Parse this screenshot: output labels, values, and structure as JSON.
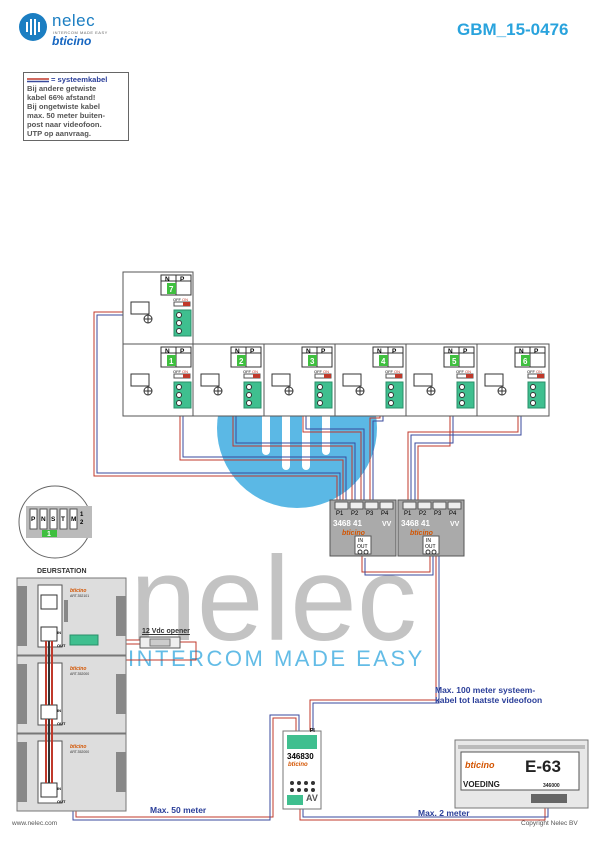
{
  "header": {
    "logo_name": "nelec",
    "logo_tagline": "INTERCOM MADE EASY",
    "brand": "bticino",
    "doc_id": "GBM_15-0476"
  },
  "legend_note": {
    "title": "= systeemkabel",
    "lines": [
      "Bij andere getwiste",
      "kabel 66% afstand!",
      "Bij ongetwiste kabel",
      "max. 50 meter buiten-",
      "post naar videofoon.",
      "UTP op aanvraag."
    ]
  },
  "watermark": {
    "word": "nelec",
    "tagline": "INTERCOM MADE EASY"
  },
  "videophones": {
    "headers": [
      "N",
      "P"
    ],
    "switch_labels": [
      "OFF",
      "ON"
    ],
    "numbers": [
      "7",
      "1",
      "2",
      "3",
      "4",
      "5",
      "6"
    ]
  },
  "distributors": {
    "code": "3468 41",
    "suffix": "VV",
    "ports": [
      "P1",
      "P2",
      "P3",
      "P4"
    ],
    "in_label": "IN",
    "out_label": "OUT",
    "brand": "bticino"
  },
  "dip_switch": {
    "labels": [
      "P",
      "N",
      "S",
      "T",
      "M"
    ],
    "on_value": "1",
    "right_labels": [
      "1",
      "2"
    ]
  },
  "door_station": {
    "title": "DEURSTATION",
    "in_label": "IN",
    "out_label": "OUT",
    "brand": "bticino",
    "module_codes": [
      "ART.352101",
      "ART.352000",
      "ART.352000"
    ]
  },
  "opener_label": "12 Vdc opener",
  "power_av": {
    "code": "346830",
    "brand": "bticino",
    "av": "AV",
    "pi": "PI"
  },
  "supply": {
    "brand": "bticino",
    "model": "E-63",
    "label": "VOEDING",
    "code": "346000"
  },
  "labels": {
    "max100": [
      "Max. 100 meter systeem-",
      "kabel tot laatste videofoon"
    ],
    "max50": "Max. 50 meter",
    "max2": "Max. 2 meter"
  },
  "footer": {
    "left": "www.nelec.com",
    "right": "Copyright Nelec BV"
  },
  "colors": {
    "brand_blue": "#1b7ec2",
    "cable_blue": "#3a4a9c",
    "cable_red": "#c0392b",
    "watermark_gray": "#b9b9b9",
    "watermark_blue": "#29a3dd",
    "module_green": "#3fbf8f"
  }
}
